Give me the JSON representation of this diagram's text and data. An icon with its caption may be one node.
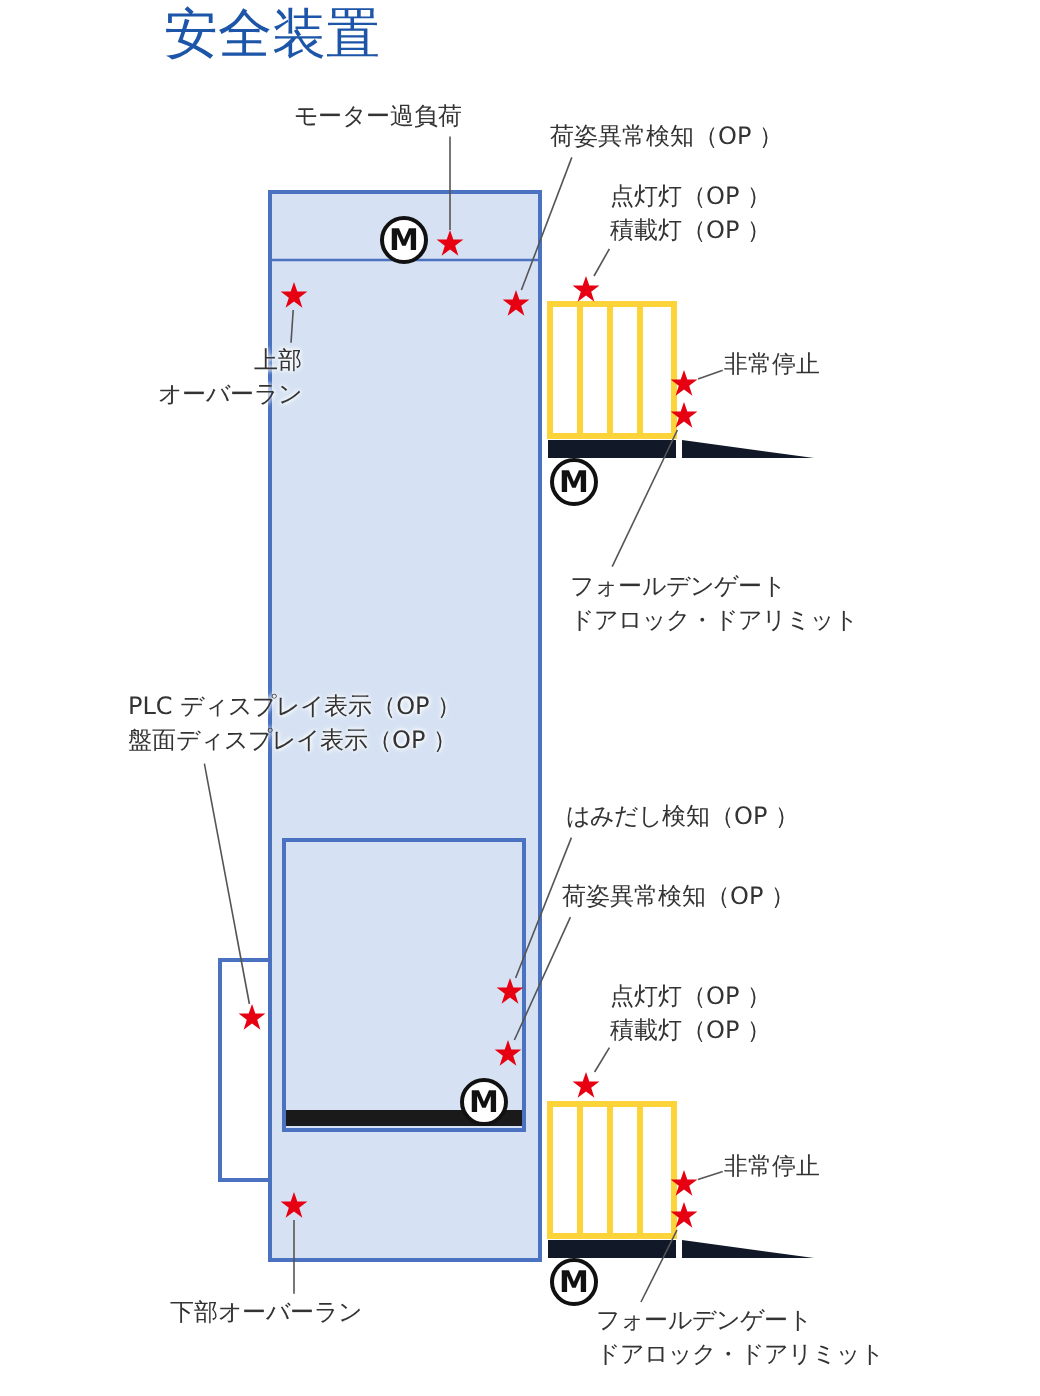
{
  "diagram": {
    "title": "安全装置",
    "nodes": [
      {
        "text": [
          "モーター過負荷"
        ]
      },
      {
        "text": [],
        "shape": "star"
      },
      {
        "text": [
          "荷姿異常検知（OP ）"
        ]
      },
      {
        "text": [],
        "shape": "star"
      },
      {
        "text": [
          "点灯灯（OP ）積載灯（OP ）"
        ]
      },
      {
        "text": [],
        "shape": "star"
      },
      {
        "text": [
          "M"
        ]
      },
      {
        "text": [
          "上部オーバーラン"
        ]
      },
      {
        "text": [],
        "shape": "star"
      },
      {
        "text": [
          "非常停止"
        ]
      },
      {
        "text": [],
        "shape": "star"
      },
      {
        "text": [],
        "shape": "star"
      },
      {
        "text": [
          "M"
        ]
      },
      {
        "text": [
          "フォールデンゲートドアロック・ドアリミット"
        ]
      },
      {
        "text": [
          "PLC ディスプレイ表示（OP ）盤面ディスプレイ表示（OP ）"
        ]
      },
      {
        "text": [
          "はみだし検知（OP ）"
        ]
      },
      {
        "text": [],
        "shape": "star"
      },
      {
        "text": [
          "荷姿異常検知（OP ）"
        ]
      },
      {
        "text": [],
        "shape": "star"
      },
      {
        "text": [
          "点灯灯（OP ）積載灯（OP ）"
        ]
      },
      {
        "text": [],
        "shape": "star"
      },
      {
        "text": [],
        "shape": "star"
      },
      {
        "text": [
          "M"
        ]
      },
      {
        "text": [
          "非常停止"
        ]
      },
      {
        "text": [],
        "shape": "star"
      },
      {
        "text": [],
        "shape": "star"
      },
      {
        "text": [],
        "shape": "star"
      },
      {
        "text": [
          "M"
        ]
      },
      {
        "text": [
          "下部オーバーラン"
        ]
      },
      {
        "text": [
          "フォールデンゲートドアロック・ドアリミット"
        ]
      }
    ],
    "edges": [
      {
        "from": 0,
        "to": 1,
        "arrow": "none"
      },
      {
        "from": 2,
        "to": 3,
        "arrow": "none"
      },
      {
        "from": 4,
        "to": 5,
        "arrow": "none"
      },
      {
        "from": 7,
        "to": 8,
        "arrow": "none"
      },
      {
        "from": 9,
        "to": 10,
        "arrow": "none"
      },
      {
        "from": 13,
        "to": 11,
        "arrow": "none"
      },
      {
        "from": 14,
        "to": 21,
        "arrow": "none"
      },
      {
        "from": 15,
        "to": 16,
        "arrow": "none"
      },
      {
        "from": 17,
        "to": 18,
        "arrow": "none"
      },
      {
        "from": 19,
        "to": 20,
        "arrow": "none"
      },
      {
        "from": 23,
        "to": 24,
        "arrow": "none"
      },
      {
        "from": 29,
        "to": 25,
        "arrow": "none"
      },
      {
        "from": 28,
        "to": 26,
        "arrow": "none"
      }
    ]
  }
}
